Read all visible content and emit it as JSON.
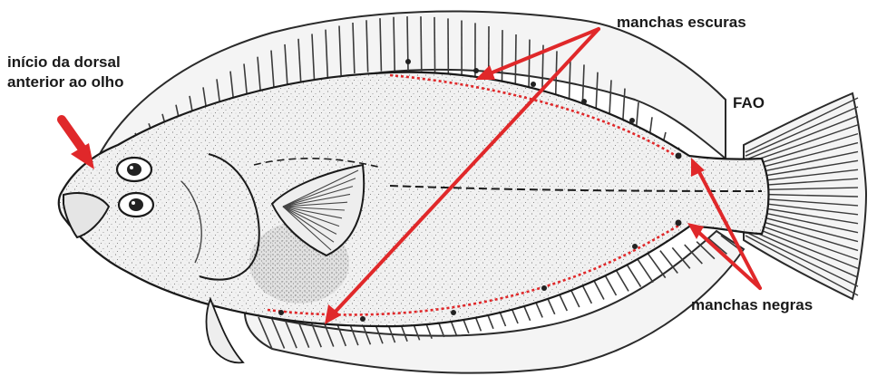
{
  "labels": {
    "dorsal_line1": "início da dorsal",
    "dorsal_line2": "anterior ao olho",
    "manchas_escuras": "manchas escuras",
    "fao": "FAO",
    "manchas_negras": "manchas negras"
  },
  "colors": {
    "arrow": "#e0282a",
    "dotted_outline": "#e0282a",
    "body_fill": "#efefef",
    "fin_ray": "#3a3a3a",
    "ink": "#1a1a1a"
  }
}
